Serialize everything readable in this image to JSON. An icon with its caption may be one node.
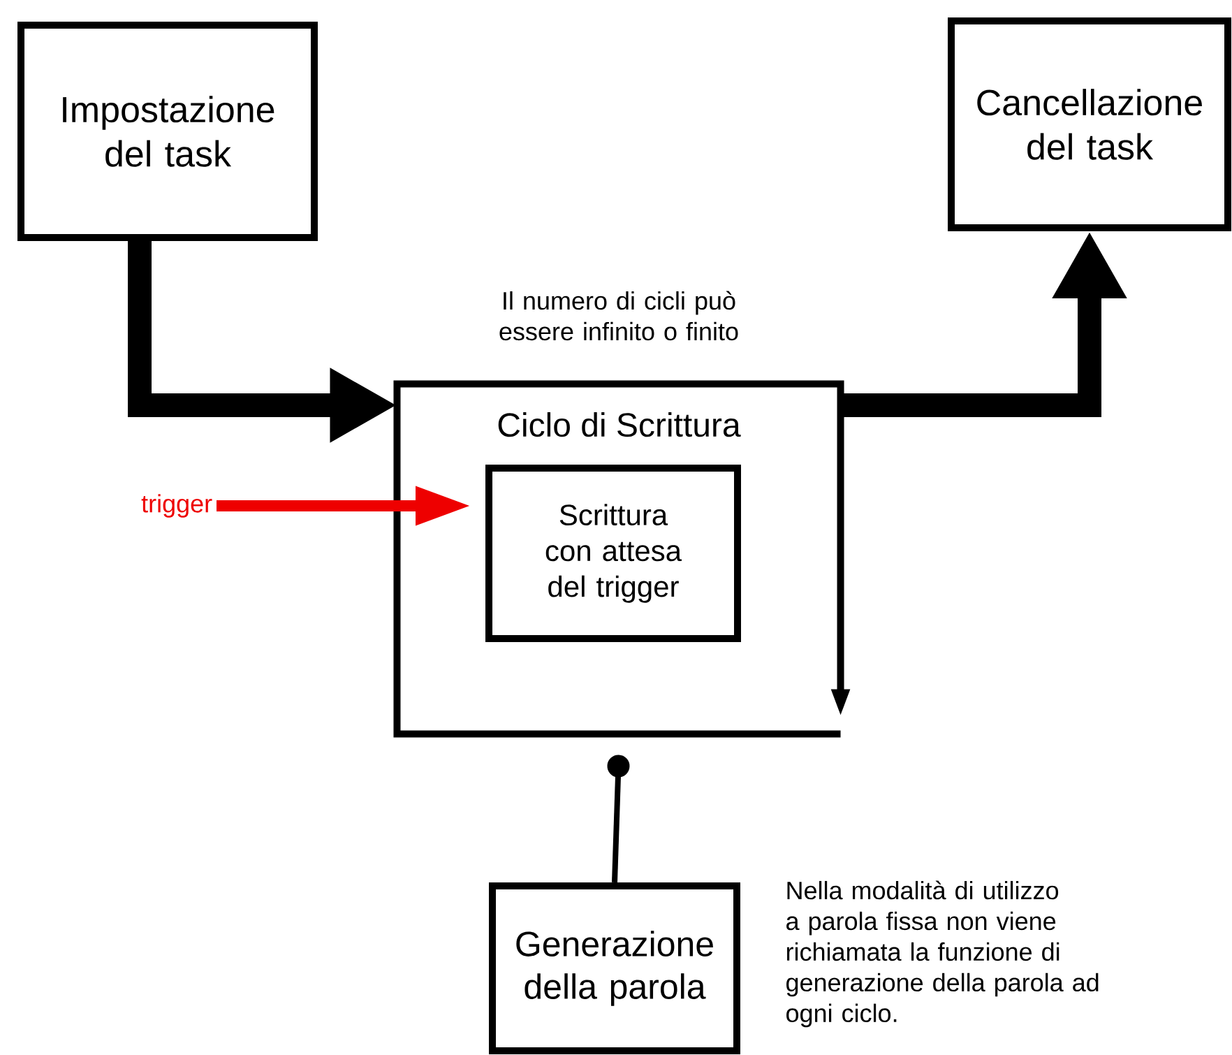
{
  "diagram": {
    "nodes": [
      {
        "text": [
          "Impostazione del task"
        ]
      },
      {
        "text": [
          "Cancellazione del task"
        ]
      },
      {
        "text": [
          "Ciclo di Scrittura"
        ],
        "beside": [
          "Il numero di cicli può essere infinito o finito"
        ]
      },
      {
        "text": [
          "Scrittura con attesa del trigger"
        ],
        "in": 2
      },
      {
        "text": [
          "trigger"
        ]
      },
      {
        "text": [
          "Generazione della parola"
        ],
        "beside": [
          "Nella modalità di utilizzo a parola fissa non viene richiamata la funzione di generazione della parola ad ogni ciclo."
        ]
      }
    ],
    "edges": [
      {
        "from": 0,
        "to": 2,
        "arrow": "to",
        "style": "thick"
      },
      {
        "from": 2,
        "to": 1,
        "arrow": "to",
        "style": "thick"
      },
      {
        "from": 4,
        "to": 3,
        "arrow": "to",
        "color": "#ee0000"
      },
      {
        "from": 5,
        "to": 2,
        "arrow": "other"
      }
    ]
  }
}
